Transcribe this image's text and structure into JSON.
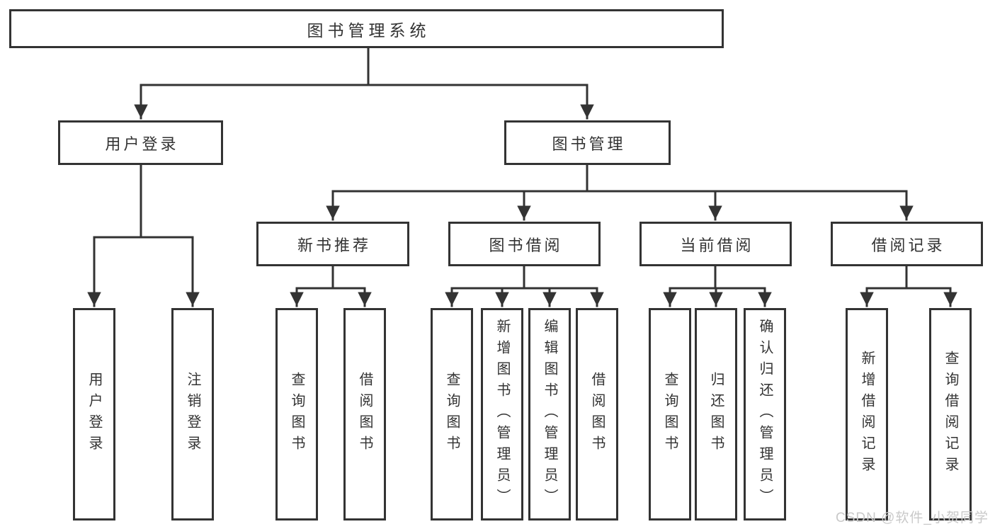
{
  "diagram": {
    "title": "图书管理系统",
    "watermark": "CSDN @软件_小贺同学",
    "colors": {
      "line": "#333333",
      "text": "#333333",
      "background": "#ffffff",
      "watermark": "#c9c9c9"
    },
    "nodes": {
      "user_login": "用户登录",
      "book_mgmt": "图书管理",
      "new_books": "新书推荐",
      "book_borrow": "图书借阅",
      "current_borrow": "当前借阅",
      "borrow_records": "借阅记录",
      "leaf_user_login": "用户登录",
      "leaf_logout": "注销登录",
      "leaf_nb_query": "查询图书",
      "leaf_nb_borrow": "借阅图书",
      "leaf_bb_query": "查询图书",
      "leaf_bb_add": "新增图书（管理员）",
      "leaf_bb_edit": "编辑图书（管理员）",
      "leaf_bb_borrow": "借阅图书",
      "leaf_cb_query": "查询图书",
      "leaf_cb_return": "归还图书",
      "leaf_cb_confirm": "确认归还（管理员）",
      "leaf_br_add": "新增借阅记录",
      "leaf_br_query": "查询借阅记录"
    }
  }
}
